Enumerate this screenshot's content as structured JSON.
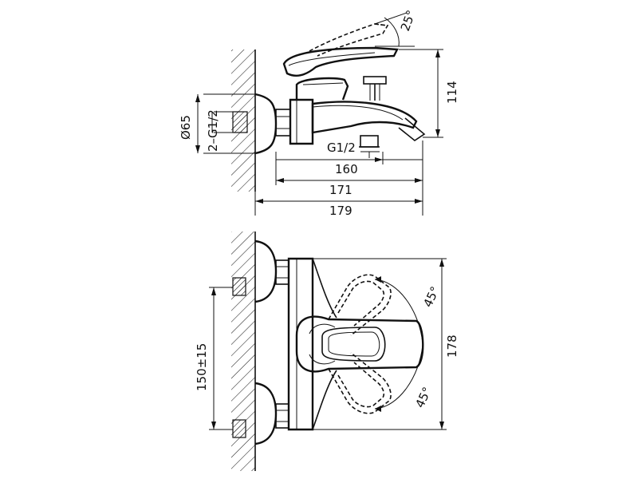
{
  "top_view": {
    "angle_label": "25°",
    "height_label": "114",
    "diameter_label": "Ø65",
    "inlet_thread_label": "2–G1/2",
    "outlet_thread_label": "G1/2",
    "length_1_label": "160",
    "length_2_label": "171",
    "length_3_label": "179"
  },
  "bottom_view": {
    "angle_upper_label": "45°",
    "angle_lower_label": "45°",
    "center_distance_label": "150±15",
    "height_label": "178"
  }
}
